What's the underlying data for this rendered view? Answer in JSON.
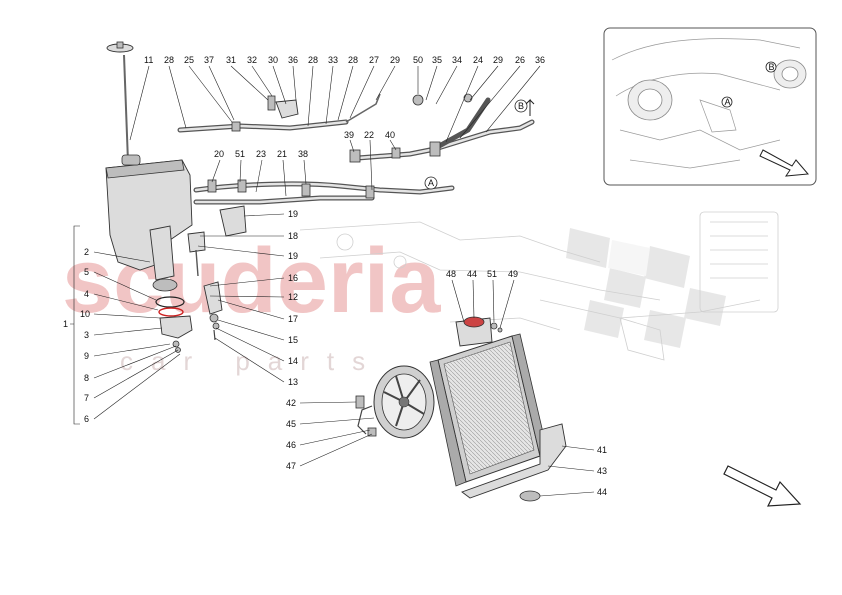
{
  "watermark": {
    "brand": "scuderia",
    "sub": "car parts"
  },
  "group_label": "1",
  "top_callouts": [
    "11",
    "28",
    "25",
    "37",
    "31",
    "32",
    "30",
    "36",
    "28",
    "33",
    "28",
    "27",
    "29",
    "50",
    "35",
    "34",
    "24",
    "29",
    "26",
    "36"
  ],
  "mid_callouts": [
    "39",
    "22",
    "40",
    "20",
    "51",
    "23",
    "21",
    "38"
  ],
  "right_tank_callouts": [
    "19",
    "18",
    "19",
    "16",
    "12",
    "17",
    "15",
    "14",
    "13"
  ],
  "left_callouts": [
    "2",
    "5",
    "4",
    "10",
    "3",
    "9",
    "8",
    "7",
    "6"
  ],
  "radiator_top_callouts": [
    "48",
    "44",
    "51",
    "49"
  ],
  "fan_callouts": [
    "42",
    "45",
    "46",
    "47"
  ],
  "radiator_right_callouts": [
    "41",
    "43",
    "44"
  ],
  "markers": {
    "a": "A",
    "b": "B"
  },
  "colors": {
    "watermark_red": "#f1c5c5",
    "line": "#222222",
    "part_gray": "#dcdcdc"
  }
}
